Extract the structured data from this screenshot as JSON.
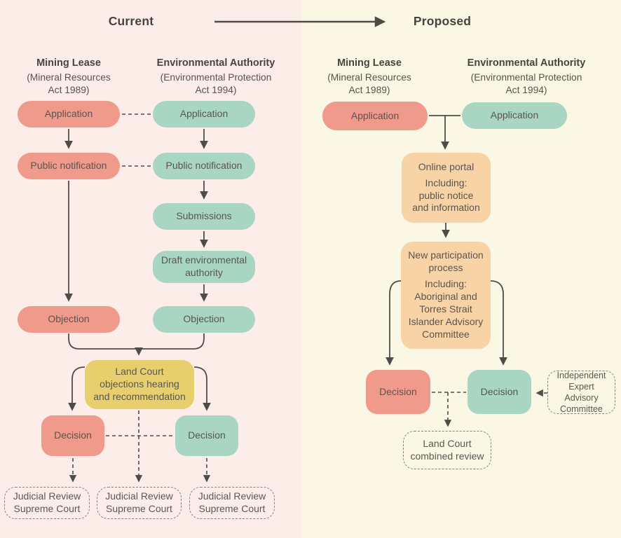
{
  "header": {
    "current": "Current",
    "proposed": "Proposed"
  },
  "current": {
    "mining_lease_head": {
      "title": "Mining Lease",
      "subtitle": "(Mineral Resources\nAct 1989)"
    },
    "environmental_authority_head": {
      "title": "Environmental Authority",
      "subtitle": "(Environmental Protection\nAct 1994)"
    },
    "ml_application": "Application",
    "ea_application": "Application",
    "ml_public_notification": "Public notification",
    "ea_public_notification": "Public notification",
    "submissions": "Submissions",
    "draft_environmental_authority": "Draft environmental\nauthority",
    "ml_objection": "Objection",
    "ea_objection": "Objection",
    "land_court": "Land Court\nobjections hearing\nand recommendation",
    "ml_decision": "Decision",
    "ea_decision": "Decision",
    "judicial_review_1": "Judicial Review\nSupreme Court",
    "judicial_review_2": "Judicial Review\nSupreme Court",
    "judicial_review_3": "Judicial Review\nSupreme Court"
  },
  "proposed": {
    "mining_lease_head": {
      "title": "Mining Lease",
      "subtitle": "(Mineral Resources\nAct 1989)"
    },
    "environmental_authority_head": {
      "title": "Environmental Authority",
      "subtitle": "(Environmental Protection\nAct 1994)"
    },
    "ml_application": "Application",
    "ea_application": "Application",
    "online_portal": {
      "title": "Online portal",
      "detail": "Including:\npublic notice\nand information"
    },
    "new_participation": {
      "title": "New participation\nprocess",
      "detail": "Including:\nAboriginal and\nTorres Strait\nIslander Advisory\nCommittee"
    },
    "ml_decision": "Decision",
    "ea_decision": "Decision",
    "independent_expert_advisory": "Independent\nExpert Advisory\nCommittee",
    "land_court_combined": "Land Court\ncombined review"
  },
  "colors": {
    "mining_lease_box": "#ef9a8b",
    "environmental_authority_box": "#a9d6c2",
    "land_court_box": "#e8cf6e",
    "proposed_process_box": "#f8d3a6",
    "current_background": "#fcede9",
    "proposed_background": "#fbf7e5",
    "line": "#4f4c48",
    "text": "#5a554f"
  }
}
